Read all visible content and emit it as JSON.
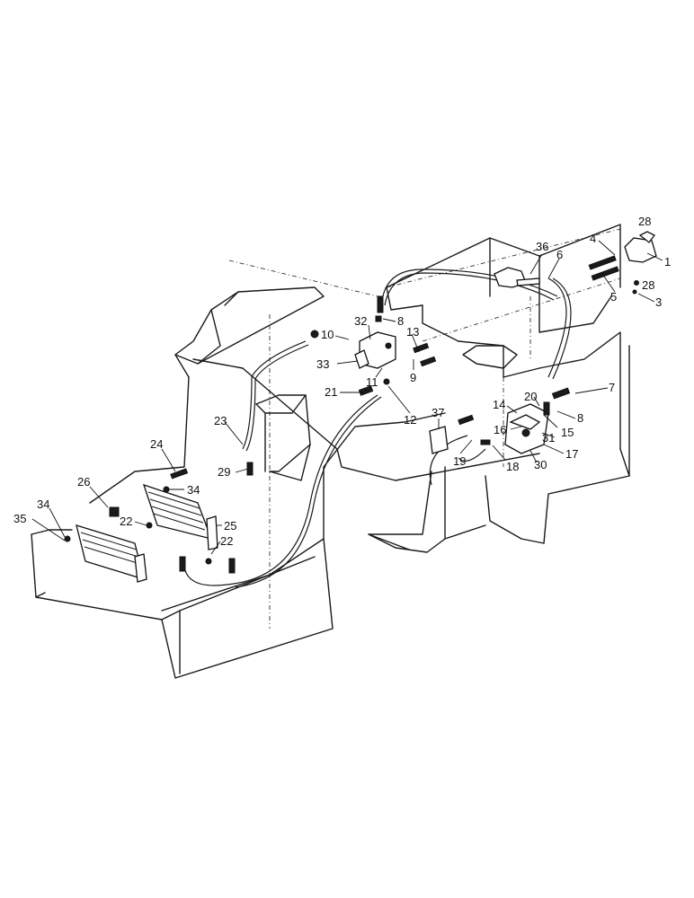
{
  "callouts": [
    {
      "id": "c1",
      "text": "1"
    },
    {
      "id": "c3",
      "text": "3"
    },
    {
      "id": "c4",
      "text": "4"
    },
    {
      "id": "c5",
      "text": "5"
    },
    {
      "id": "c6",
      "text": "6"
    },
    {
      "id": "c7",
      "text": "7"
    },
    {
      "id": "c8a",
      "text": "8"
    },
    {
      "id": "c8b",
      "text": "8"
    },
    {
      "id": "c9",
      "text": "9"
    },
    {
      "id": "c10",
      "text": "10"
    },
    {
      "id": "c11",
      "text": "11"
    },
    {
      "id": "c12",
      "text": "12"
    },
    {
      "id": "c13",
      "text": "13"
    },
    {
      "id": "c14",
      "text": "14"
    },
    {
      "id": "c15",
      "text": "15"
    },
    {
      "id": "c16",
      "text": "16"
    },
    {
      "id": "c17",
      "text": "17"
    },
    {
      "id": "c18",
      "text": "18"
    },
    {
      "id": "c19",
      "text": "19"
    },
    {
      "id": "c20",
      "text": "20"
    },
    {
      "id": "c21",
      "text": "21"
    },
    {
      "id": "c22a",
      "text": "22"
    },
    {
      "id": "c22b",
      "text": "22"
    },
    {
      "id": "c23",
      "text": "23"
    },
    {
      "id": "c24",
      "text": "24"
    },
    {
      "id": "c25",
      "text": "25"
    },
    {
      "id": "c26",
      "text": "26"
    },
    {
      "id": "c28a",
      "text": "28"
    },
    {
      "id": "c28b",
      "text": "28"
    },
    {
      "id": "c29",
      "text": "29"
    },
    {
      "id": "c30",
      "text": "30"
    },
    {
      "id": "c31",
      "text": "31"
    },
    {
      "id": "c32",
      "text": "32"
    },
    {
      "id": "c33",
      "text": "33"
    },
    {
      "id": "c34a",
      "text": "34"
    },
    {
      "id": "c34b",
      "text": "34"
    },
    {
      "id": "c35",
      "text": "35"
    },
    {
      "id": "c36",
      "text": "36"
    },
    {
      "id": "c37",
      "text": "37"
    }
  ]
}
